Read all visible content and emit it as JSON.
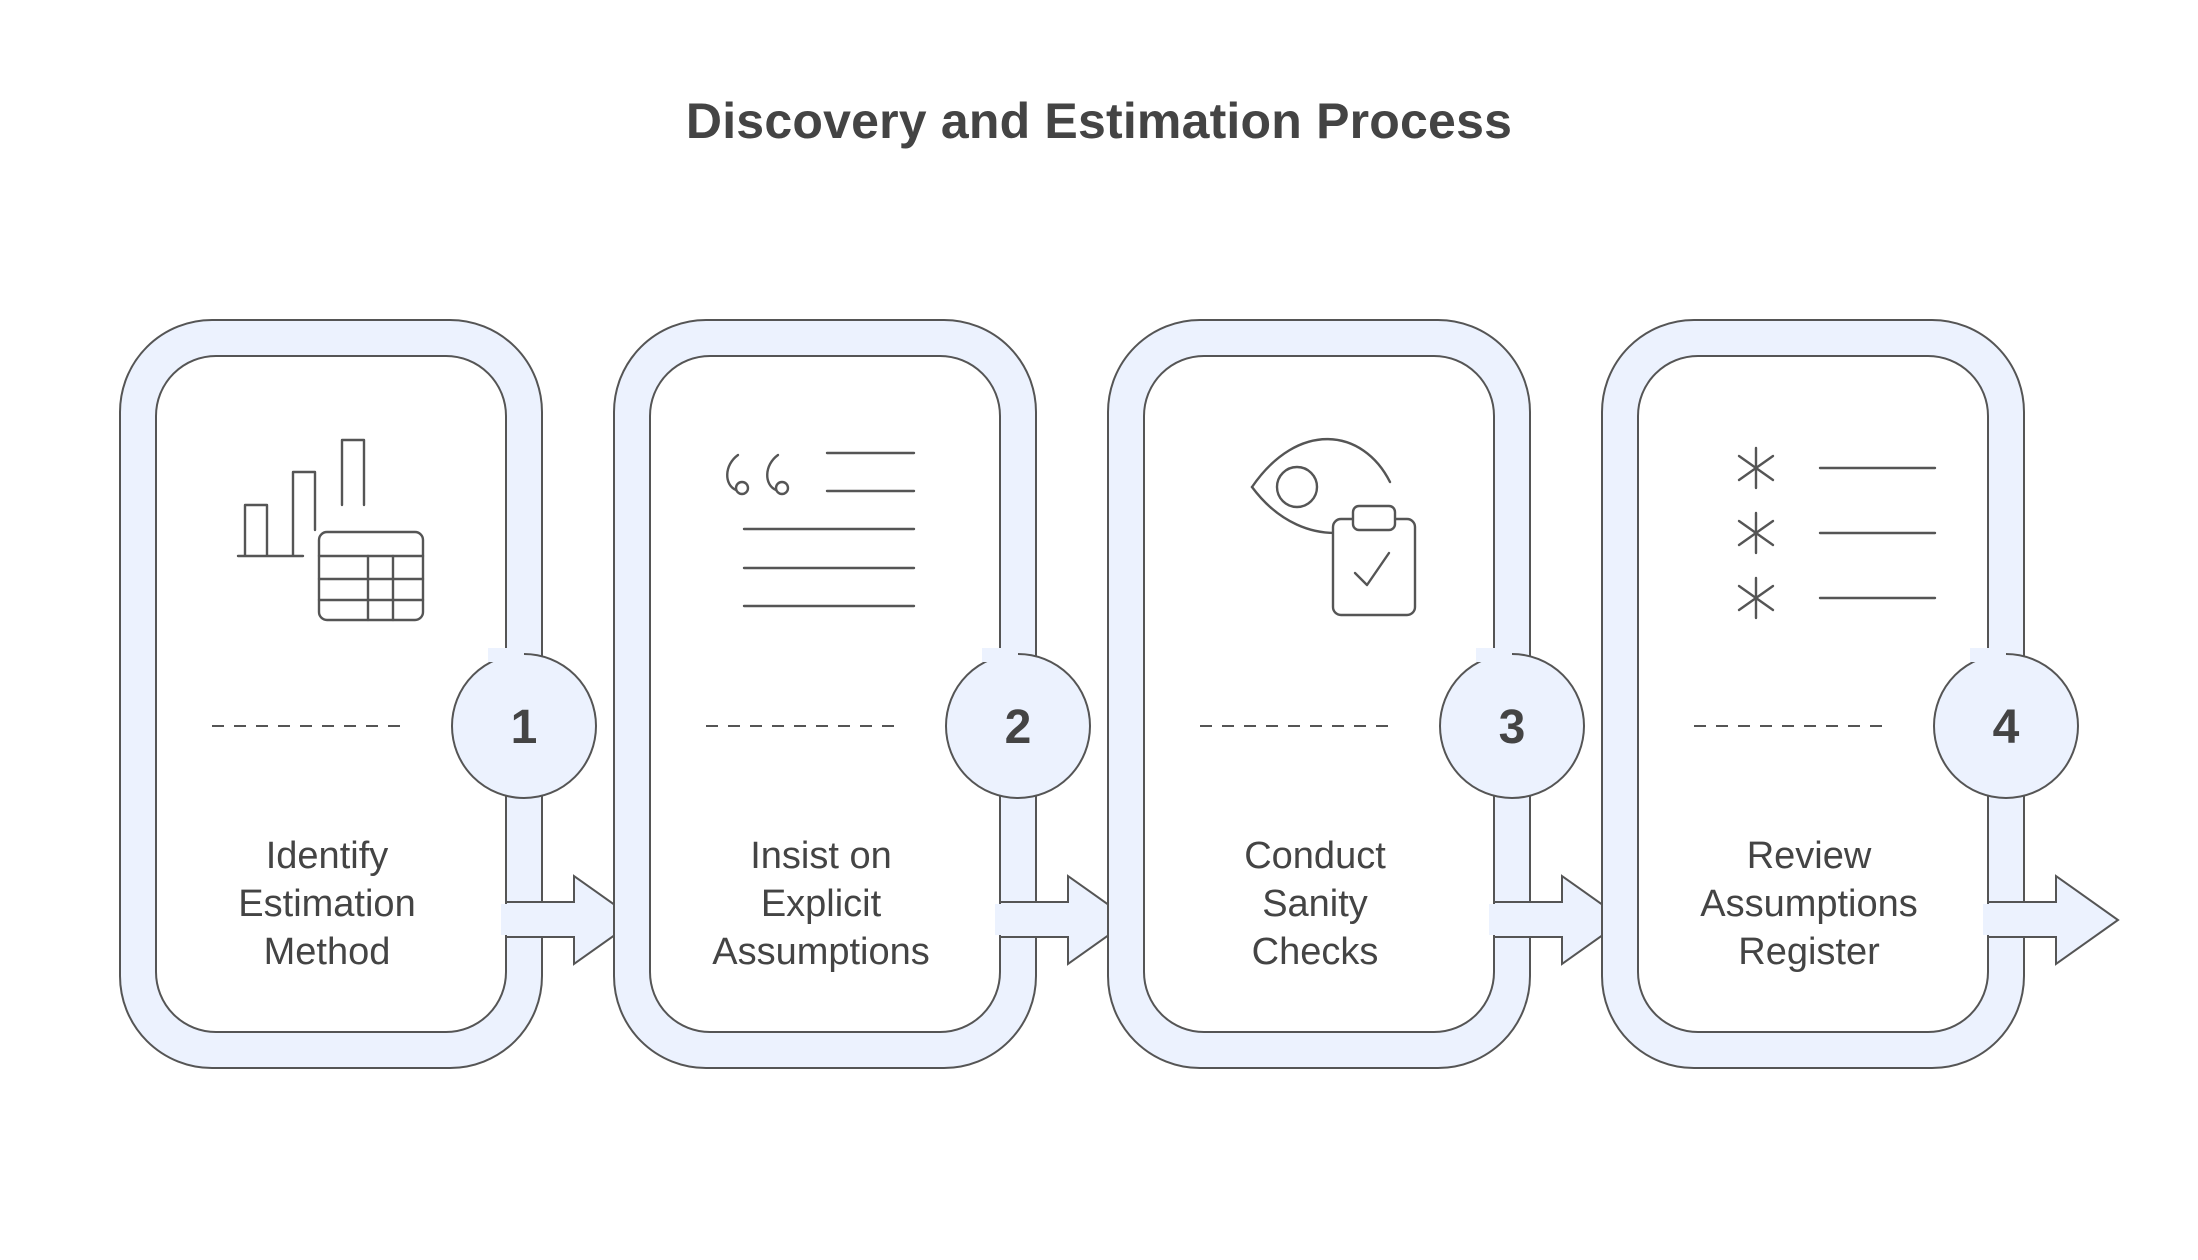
{
  "title": "Discovery and Estimation Process",
  "colors": {
    "fill": "#ecf2fe",
    "stroke": "#555555",
    "text": "#444444",
    "background": "#ffffff"
  },
  "steps": [
    {
      "number": "1",
      "label_lines": [
        "Identify",
        "Estimation",
        "Method"
      ],
      "icon": "chart-table-icon"
    },
    {
      "number": "2",
      "label_lines": [
        "Insist on",
        "Explicit",
        "Assumptions"
      ],
      "icon": "quote-lines-icon"
    },
    {
      "number": "3",
      "label_lines": [
        "Conduct",
        "Sanity",
        "Checks"
      ],
      "icon": "eye-clipboard-icon"
    },
    {
      "number": "4",
      "label_lines": [
        "Review",
        "Assumptions",
        "Register"
      ],
      "icon": "asterisk-list-icon"
    }
  ]
}
